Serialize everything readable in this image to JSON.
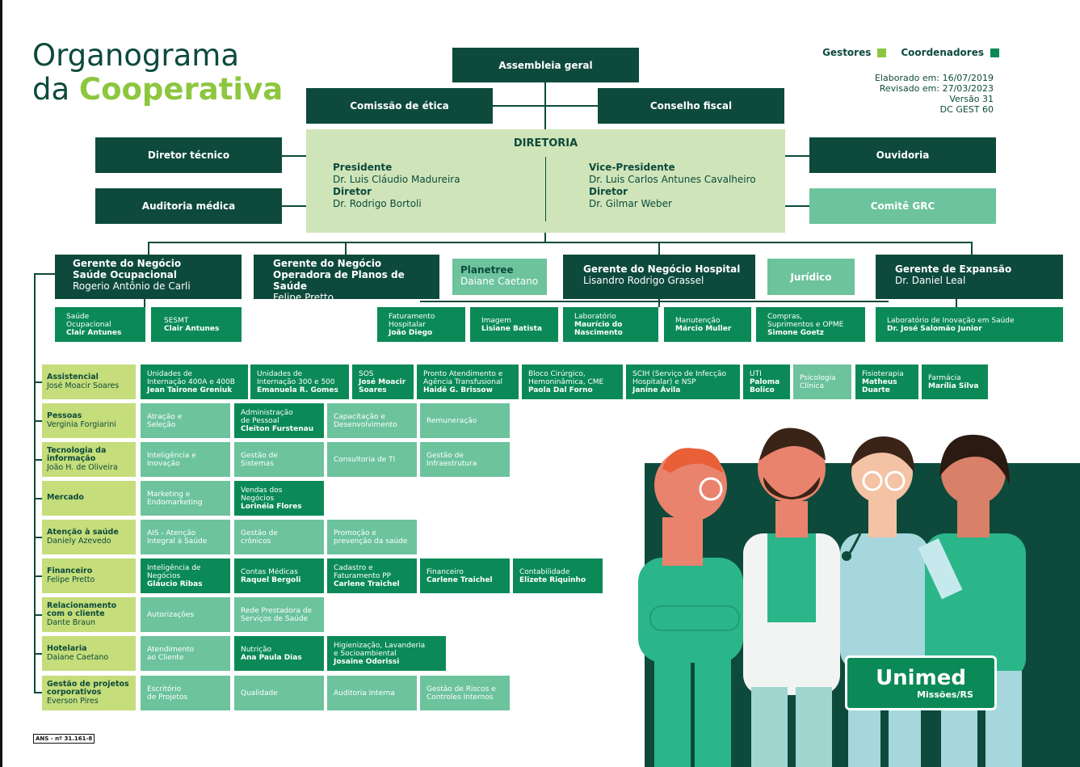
{
  "header": {
    "title_line1": "Organograma",
    "title_line2_a": "da ",
    "title_line2_b": "Cooperativa",
    "legend_gestores": "Gestores",
    "legend_coord": "Coordenadores",
    "meta": [
      "Elaborado em: 16/07/2019",
      "Revisado em: 27/03/2023",
      "Versão 31",
      "DC GEST 60"
    ]
  },
  "top": {
    "assembleia": "Assembleia geral",
    "etica": "Comissão de ética",
    "fiscal": "Conselho fiscal",
    "diretor_tecnico": "Diretor técnico",
    "auditoria_medica": "Auditoria médica",
    "ouvidoria": "Ouvidoria",
    "comite": "Comitê GRC"
  },
  "diretoria": {
    "title": "DIRETORIA",
    "presidente_label": "Presidente",
    "presidente": "Dr. Luis Cláudio Madureira",
    "diretor1_label": "Diretor",
    "diretor1": "Dr. Rodrigo Bortoli",
    "vice_label": "Vice-Presidente",
    "vice": "Dr. Luis Carlos Antunes Cavalheiro",
    "diretor2_label": "Diretor",
    "diretor2": "Dr. Gilmar Weber"
  },
  "gerentes": {
    "g1_t1": "Gerente do Negócio",
    "g1_t2": "Saúde Ocupacional",
    "g1_n": "Rogerio Antônio de Carli",
    "g2_t1": "Gerente do Negócio",
    "g2_t2": "Operadora de Planos de Saúde",
    "g2_n": "Felipe Pretto",
    "planetree_t": "Planetree",
    "planetree_n": "Daiane Caetano",
    "g3_t": "Gerente do Negócio Hospital",
    "g3_n": "Lisandro Rodrigo Grassel",
    "juridico": "Jurídico",
    "g4_t": "Gerente de Expansão",
    "g4_n": "Dr. Daniel Leal"
  },
  "subs": {
    "s1_a": "Saúde",
    "s1_b": "Ocupacional",
    "s1_c": "Clair Antunes",
    "s2_a": "SESMT",
    "s2_b": "Clair Antunes",
    "s3_a": "Faturamento",
    "s3_b": "Hospitalar",
    "s3_c": "João Diego",
    "s4_a": "Imagem",
    "s4_b": "Lisiane Batista",
    "s5_a": "Laboratório",
    "s5_b": "Maurício do",
    "s5_c": "Nascimento",
    "s6_a": "Manutenção",
    "s6_b": "Márcio Muller",
    "s7_a": "Compras,",
    "s7_b": "Suprimentos e OPME",
    "s7_c": "Simone Goetz",
    "s8_a": "Laboratório de Inovação em Saúde",
    "s8_b": "Dr. José Salomão Junior"
  },
  "rows": {
    "r1": {
      "d1": "Assistencial",
      "d2": "José Moacir Soares",
      "c1a": "Unidades de",
      "c1b": "Internação 400A e 400B",
      "c1c": "Jean Tairone Greniuk",
      "c2a": "Unidades de",
      "c2b": "Internação 300 e 500",
      "c2c": "Emanuela R. Gomes",
      "c3a": "SOS",
      "c3b": "José Moacir",
      "c3c": "Soares",
      "c4a": "Pronto Atendimento e",
      "c4b": "Agência Transfusional",
      "c4c": "Haidê G. Brissow",
      "c5a": "Bloco Cirúrgico,",
      "c5b": "Hemoninâmica, CME",
      "c5c": "Paola Dal Forno",
      "c6a": "SCIH (Serviço de Infecção",
      "c6b": "Hospitalar) e NSP",
      "c6c": "Janine Ávila",
      "c7a": "UTI",
      "c7b": "Paloma",
      "c7c": "Bolico",
      "c8a": "Psicologia",
      "c8b": "Clínica",
      "c9a": "Fisioterapia",
      "c9b": "Matheus",
      "c9c": "Duarte",
      "c10a": "Farmácia",
      "c10b": "Marília Silva"
    },
    "r2": {
      "d1": "Pessoas",
      "d2": "Verginia Forgiarini",
      "c1a": "Atração e",
      "c1b": "Seleção",
      "c2a": "Administração",
      "c2b": "de Pessoal",
      "c2c": "Cleiton Furstenau",
      "c3a": "Capacitação e",
      "c3b": "Desenvolvimento",
      "c4a": "Remuneração"
    },
    "r3": {
      "d1": "Tecnologia da",
      "d2": "informação",
      "d3": "João H. de Oliveira",
      "c1a": "Inteligência e",
      "c1b": "Inovação",
      "c2a": "Gestão de",
      "c2b": "Sistemas",
      "c3a": "Consultoria de TI",
      "c4a": "Gestão de",
      "c4b": "Infraestrutura"
    },
    "r4": {
      "d1": "Mercado",
      "c1a": "Marketing e",
      "c1b": "Endomarketing",
      "c2a": "Vendas dos",
      "c2b": "Negócios",
      "c2c": "Lorinéia Flores"
    },
    "r5": {
      "d1": "Atenção à saúde",
      "d2": "Daniely Azevedo",
      "c1a": "AIS - Atenção",
      "c1b": "Integral à Saúde",
      "c2a": "Gestão de",
      "c2b": "crônicos",
      "c3a": "Promoção e",
      "c3b": "prevenção da saúde"
    },
    "r6": {
      "d1": "Financeiro",
      "d2": "Felipe Pretto",
      "c1a": "Inteligência de",
      "c1b": "Negócios",
      "c1c": "Gláucio Ribas",
      "c2a": "Contas Médicas",
      "c2b": "Raquel Bergoli",
      "c3a": "Cadastro e",
      "c3b": "Faturamento PP",
      "c3c": "Carlene Traichel",
      "c4a": "Financeiro",
      "c4b": "Carlene Traichel",
      "c5a": "Contabilidade",
      "c5b": "Elizete Riquinho"
    },
    "r7": {
      "d1": "Relacionamento",
      "d2": "com o cliente",
      "d3": "Dante Braun",
      "c1a": "Autorizações",
      "c2a": "Rede Prestadora de",
      "c2b": "Serviços de Saúde"
    },
    "r8": {
      "d1": "Hotelaria",
      "d2": "Daiane Caetano",
      "c1a": "Atendimento",
      "c1b": "ao Cliente",
      "c2a": "Nutrição",
      "c2b": "Ana Paula Dias",
      "c3a": "Higienização, Lavanderia",
      "c3b": "e Socioambiental",
      "c3c": "Josaine Odorissi"
    },
    "r9": {
      "d1": "Gestão de projetos",
      "d2": "corporativos",
      "d3": "Everson Pires",
      "c1a": "Escritório",
      "c1b": "de Projetos",
      "c2a": "Qualidade",
      "c3a": "Auditoria Interna",
      "c4a": "Gestão de Riscos e",
      "c4b": "Controles Internos"
    }
  },
  "brand": {
    "name": "Unimed",
    "region": "Missões/RS",
    "ans": "ANS - nº 31.161-8"
  },
  "colors": {
    "dark": "#0d4a3c",
    "mid": "#0b8a57",
    "light": "#6cc39c",
    "lime": "#c5dd7a",
    "pale": "#cfe5b9"
  }
}
